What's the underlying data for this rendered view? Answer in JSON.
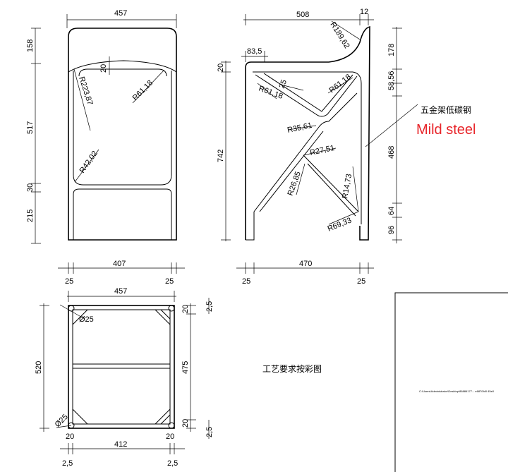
{
  "front_view": {
    "width_top": "457",
    "height_158": "158",
    "height_517": "517",
    "height_30": "30",
    "height_215": "215",
    "offset_20": "20",
    "radius_223": "R223,87",
    "radius_61": "R61,18",
    "radius_42": "R42,02",
    "width_bottom": "407",
    "margin_left": "25",
    "margin_right": "25"
  },
  "side_view": {
    "width_top": "508",
    "width_12": "12",
    "width_83": "83,5",
    "radius_189": "R189,62",
    "height_20": "20",
    "height_742": "742",
    "radius_61_left": "R61,18",
    "radius_61_right": "R61,18",
    "dim_25": "25",
    "radius_35": "R35,61",
    "radius_27": "R27,51",
    "radius_26": "R26,85",
    "radius_14": "R14,73",
    "radius_69": "R69,33",
    "height_178": "178",
    "height_58": "58,56",
    "height_468": "468",
    "height_64": "64",
    "height_96": "96",
    "width_bottom": "470",
    "margin_left": "25",
    "margin_right": "25"
  },
  "callout": {
    "chinese": "五金架低碳钢",
    "english": "Mild steel"
  },
  "top_view": {
    "width_top": "457",
    "diameter_top": "Ø25",
    "diameter_bottom": "Ø25",
    "height_520": "520",
    "height_475": "475",
    "dim_20_top": "20",
    "dim_20_bottom": "20",
    "dim_2_5_top": "2,5",
    "dim_2_5_bottom": "2,5",
    "width_412": "412",
    "dim_20_left": "20",
    "dim_20_right": "20",
    "dim_2_5_left": "2,5",
    "dim_2_5_right": "2,5"
  },
  "note": "工艺要求按彩图",
  "frame_path": "C:\\Users\\Administrator\\Desktop\\86886177... e6870fd0 45e0"
}
